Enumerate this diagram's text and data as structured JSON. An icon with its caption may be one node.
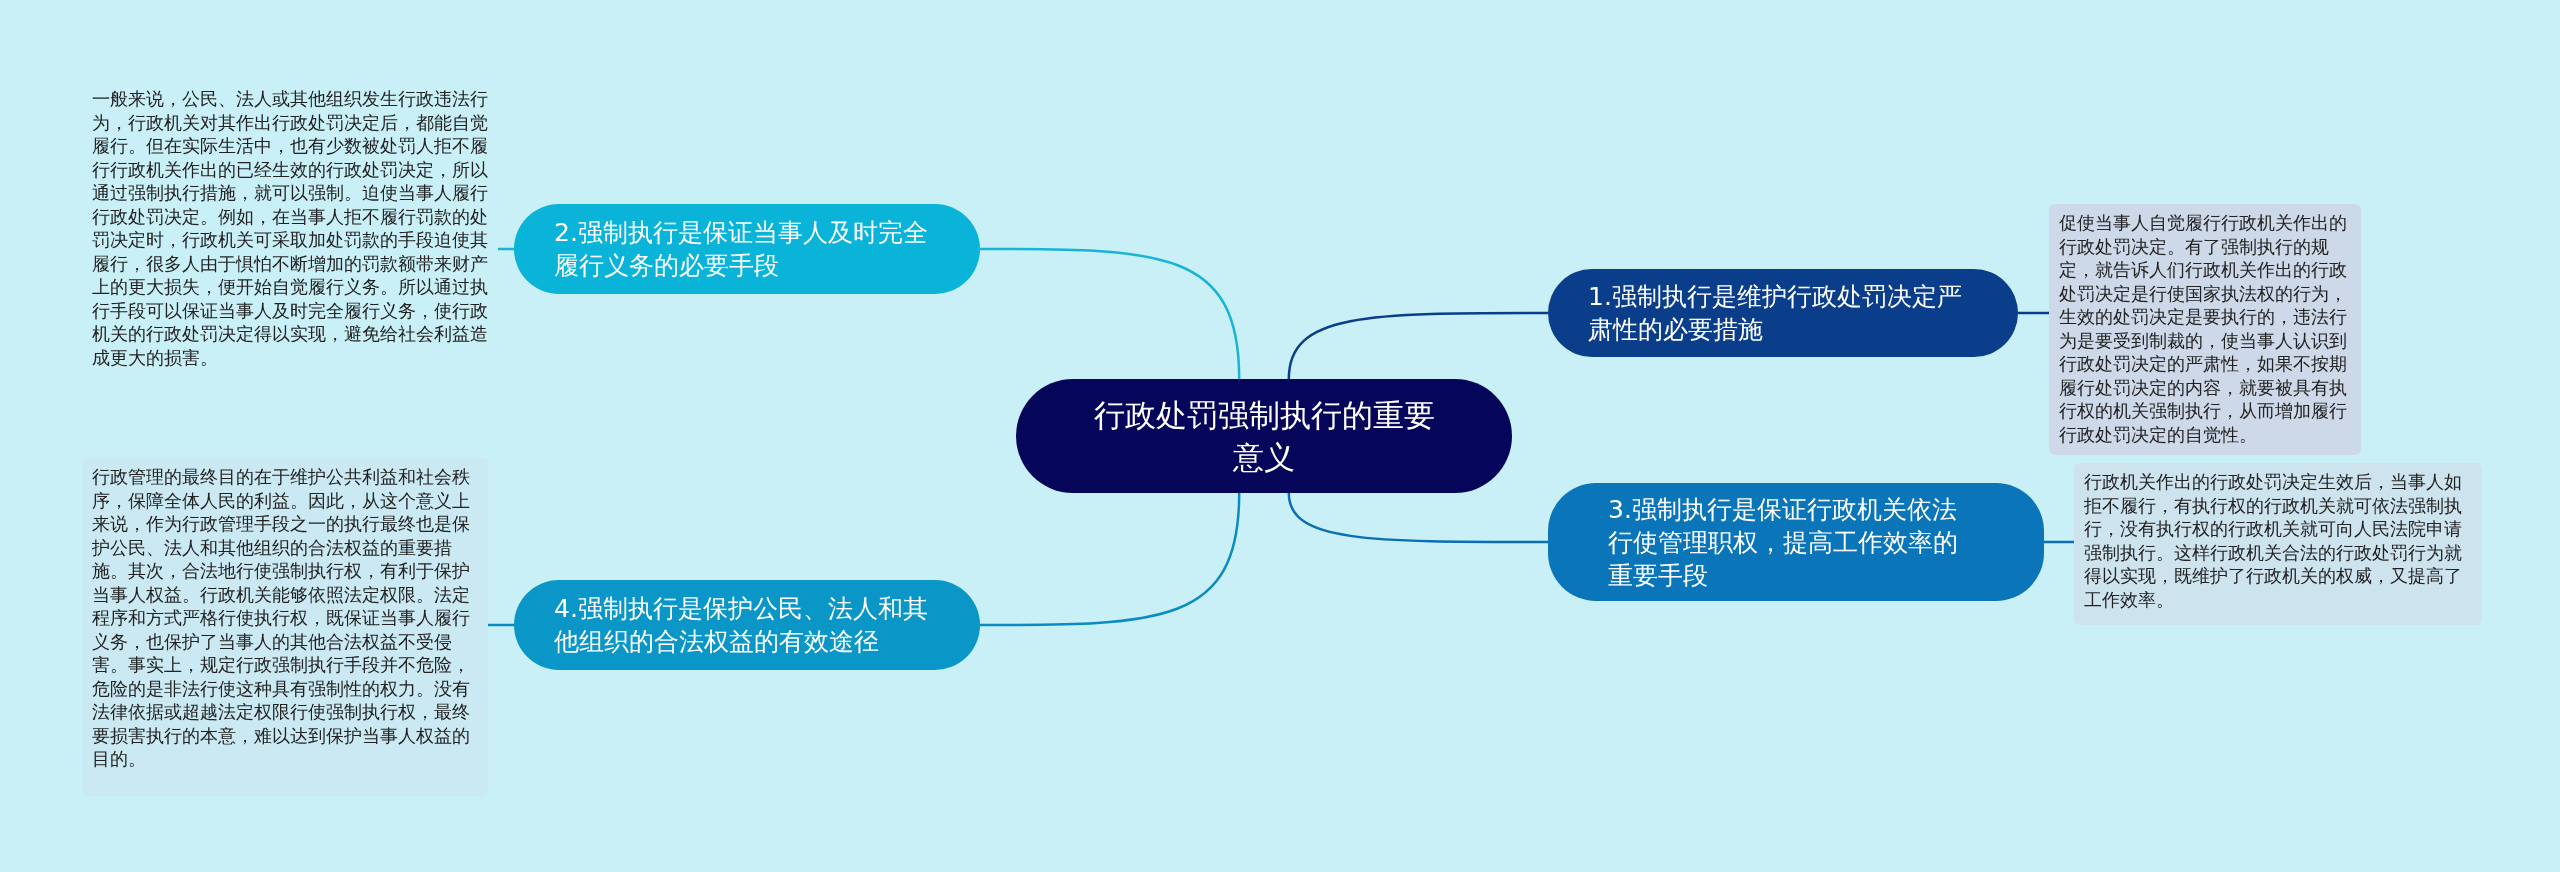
{
  "diagram": {
    "nodes": [
      {
        "text": [
          "行政处罚强制执行的重要意义"
        ]
      },
      {
        "text": [
          "1.强制执行是维护行政处罚决定严肃性的必要措施"
        ]
      },
      {
        "text": [
          "促使当事人自觉履行行政机关作出的行政处罚决定。有了强制执行的规定，就告诉人们行政机关作出的行政处罚决定是行使国家执法权的行为，生效的处罚决定是要执行的，违法行为是要受到制裁的，使当事人认识到行政处罚决定的严肃性，如果不按期履行处罚决定的内容，就要被具有执行权的机关强制执行，从而增加履行行政处罚决定的自觉性。"
        ]
      },
      {
        "text": [
          "2.强制执行是保证当事人及时完全履行义务的必要手段"
        ]
      },
      {
        "text": [
          "一般来说，公民、法人或其他组织发生行政违法行为，行政机关对其作出行政处罚决定后，都能自觉履行。但在实际生活中，也有少数被处罚人拒不履行行政机关作出的已经生效的行政处罚决定，所以通过强制执行措施，就可以强制。迫使当事人履行行政处罚决定。例如，在当事人拒不履行罚款的处罚决定时，行政机关可采取加处罚款的手段迫使其履行，很多人由于惧怕不断增加的罚款额带来财产上的更大损失，便开始自觉履行义务。所以通过执行手段可以保证当事人及时完全履行义务，使行政机关的行政处罚决定得以实现，避免给社会利益造成更大的损害。"
        ]
      },
      {
        "text": [
          "3.强制执行是保证行政机关依法行使管理职权，提高工作效率的重要手段"
        ]
      },
      {
        "text": [
          "行政机关作出的行政处罚决定生效后，当事人如拒不履行，有执行权的行政机关就可依法强制执行，没有执行权的行政机关就可向人民法院申请强制执行。这样行政机关合法的行政处罚行为就得以实现，既维护了行政机关的权威，又提高了工作效率。"
        ]
      },
      {
        "text": [
          "4.强制执行是保护公民、法人和其他组织的合法权益的有效途径"
        ]
      },
      {
        "text": [
          "行政管理的最终目的在于维护公共利益和社会秩序，保障全体人民的利益。因此，从这个意义上来说，作为行政管理手段之一的执行最终也是保护公民、法人和其他组织的合法权益的重要措施。其次，合法地行使强制执行权，有利于保护当事人权益。行政机关能够依照法定权限。法定程序和方式严格行使执行权，既保证当事人履行义务，也保护了当事人的其他合法权益不受侵害。事实上，规定行政强制执行手段并不危险，危险的是非法行使这种具有强制性的权力。没有法律依据或超越法定权限行使强制执行权，最终要损害执行的本意，难以达到保护当事人权益的目的。"
        ]
      }
    ],
    "edges": [
      {
        "from": 0,
        "to": 1,
        "arrow": "none",
        "color": "#0a3d8a"
      },
      {
        "from": 1,
        "to": 2,
        "arrow": "none",
        "color": "#0a3d8a"
      },
      {
        "from": 0,
        "to": 3,
        "arrow": "none",
        "color": "#18b4d6"
      },
      {
        "from": 3,
        "to": 4,
        "arrow": "none",
        "color": "#18b4d6"
      },
      {
        "from": 0,
        "to": 5,
        "arrow": "none",
        "color": "#0a6eb4"
      },
      {
        "from": 5,
        "to": 6,
        "arrow": "none",
        "color": "#0a6eb4"
      },
      {
        "from": 0,
        "to": 7,
        "arrow": "none",
        "color": "#0a8cc0"
      },
      {
        "from": 7,
        "to": 8,
        "arrow": "none",
        "color": "#0a8cc0"
      }
    ]
  }
}
